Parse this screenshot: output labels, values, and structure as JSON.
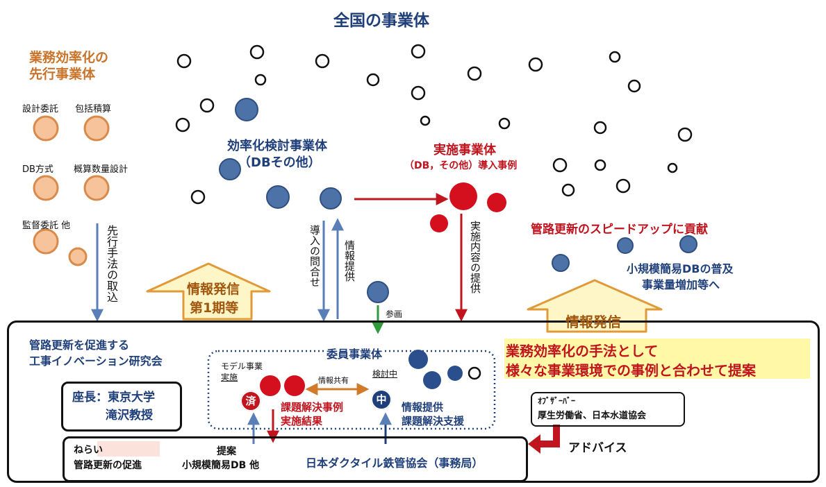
{
  "header": {
    "title": "全国の事業体"
  },
  "left": {
    "title_line1": "業務効率化の",
    "title_line2": "先行事業体",
    "methods": [
      "設計委託",
      "包括積算",
      "DB方式",
      "概算数量設計",
      "監督委託 他"
    ],
    "intake_label": "先行手法の取込"
  },
  "efficiency": {
    "line1": "効率化検討事業体",
    "line2": "（DBその他）"
  },
  "implement": {
    "line1": "実施事業体",
    "line2": "（DB，その他）導入事例"
  },
  "arrows": {
    "inquiry": "導入の問合せ",
    "info_provide": "情報提供",
    "impl_provide": "実施内容の提供",
    "participate": "参画",
    "info_share": "情報共有",
    "advice": "アドバイス"
  },
  "speedup": "管路更新のスピードアップに貢献",
  "spread": {
    "line1": "小規模簡易DBの普及",
    "line2": "事業量増加等へ"
  },
  "banner_left": {
    "line1": "情報発信",
    "line2": "第1期等"
  },
  "banner_right": {
    "line1": "情報発信"
  },
  "proposal": {
    "line1": "業務効率化の手法として",
    "line2": "様々な事業環境での事例と合わせて提案"
  },
  "society": {
    "name_line1": "管路更新を促進する",
    "name_line2": "工事イノベーション研究会",
    "chair_line1": "座長：東京大学",
    "chair_line2": "滝沢教授"
  },
  "committee": {
    "title": "委員事業体",
    "model_line1": "モデル事業",
    "model_line2": "実施",
    "done_badge": "済",
    "done_result_line1": "課題解決事例",
    "done_result_line2": "実施結果",
    "review_label": "検討中",
    "mid_badge": "中",
    "mid_result_line1": "情報提供",
    "mid_result_line2": "課題解決支援"
  },
  "observer": {
    "label": "ｵﾌﾞｻﾞｰﾊﾞｰ",
    "members": "厚生労働省、日本水道協会"
  },
  "aim": {
    "label": "ねらい",
    "text": "管路更新の促進"
  },
  "secretariat": {
    "proposal_line1": "提案",
    "proposal_line2": "小規模簡易DB 他",
    "name": "日本ダクタイル鉄管協会（事務局）"
  },
  "colors": {
    "navy": "#1f3f7a",
    "red": "#c0141e",
    "orange_fill": "#f6c39a",
    "orange_stroke": "#d98a4a",
    "blue_fill": "#4d72a8",
    "highlight_yellow": "#fff8a6",
    "banner_fill": "#fff6c8"
  }
}
